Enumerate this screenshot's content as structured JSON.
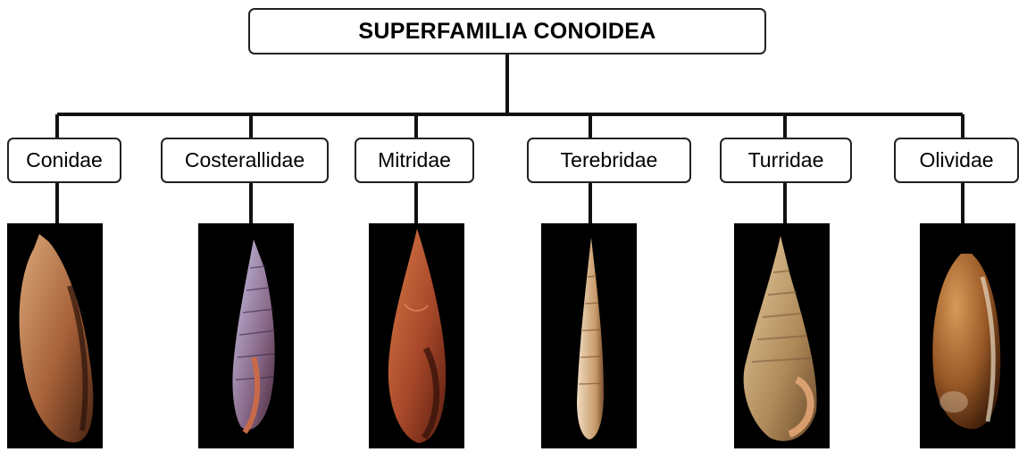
{
  "root": {
    "label": "SUPERFAMILIA CONOIDEA"
  },
  "families": [
    {
      "label": "Conidae",
      "shell": "cone-shell-icon",
      "colors": {
        "light": "#d9a878",
        "mid": "#a8623a",
        "dark": "#4a2412"
      }
    },
    {
      "label": "Costerallidae",
      "shell": "costellariid-shell-icon",
      "colors": {
        "light": "#c9c5e8",
        "mid": "#8a6a8a",
        "dark": "#4a2a3a"
      }
    },
    {
      "label": "Mitridae",
      "shell": "mitre-shell-icon",
      "colors": {
        "light": "#d87a48",
        "mid": "#a8482a",
        "dark": "#5a1e10"
      }
    },
    {
      "label": "Terebridae",
      "shell": "auger-shell-icon",
      "colors": {
        "light": "#f0dcc0",
        "mid": "#c89a6a",
        "dark": "#7a5030"
      }
    },
    {
      "label": "Turridae",
      "shell": "turrid-shell-icon",
      "colors": {
        "light": "#e6cfa0",
        "mid": "#b08a5a",
        "dark": "#6a4a2a"
      }
    },
    {
      "label": "Olividae",
      "shell": "olive-shell-icon",
      "colors": {
        "light": "#d89a58",
        "mid": "#9a5a28",
        "dark": "#3a1a08"
      }
    }
  ],
  "style": {
    "connector": "#111111",
    "panel_bg": "#000000"
  }
}
